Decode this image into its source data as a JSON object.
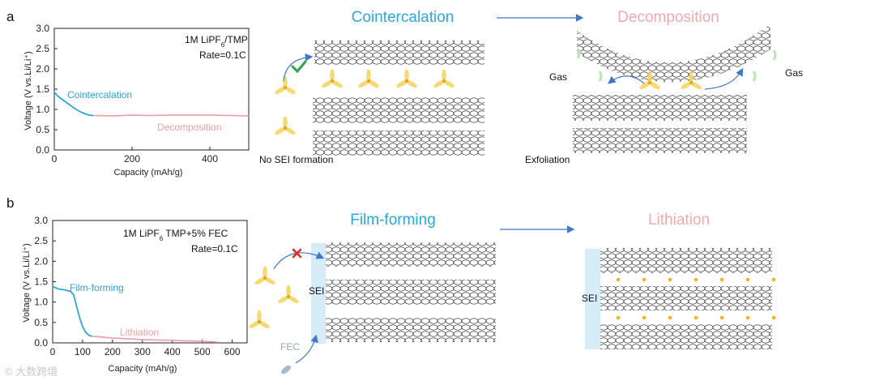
{
  "panels": {
    "a": {
      "label": "a",
      "inset_line1_main": "1M LiPF",
      "inset_line1_sub": "6",
      "inset_line1_tail": "/TMP",
      "inset_line2": "Rate=0.1C",
      "ylabel": "Voltage (V vs.Li/Li⁺)",
      "xlabel": "Capacity (mAh/g)",
      "curve_label_1": "Cointercalation",
      "curve_label_2": "Decomposition",
      "heading_left": "Cointercalation",
      "heading_right": "Decomposition",
      "note_left": "No SEI formation",
      "note_right": "Exfoliation",
      "gas": "Gas"
    },
    "b": {
      "label": "b",
      "inset_line1_main": "1M LiPF",
      "inset_line1_sub": "6",
      "inset_line1_tail": " TMP+5% FEC",
      "inset_line2": "Rate=0.1C",
      "ylabel": "Voltage (V vs.Li/Li⁺)",
      "xlabel": "Capacity (mAh/g)",
      "curve_label_1": "Film-forming",
      "curve_label_2": "Lithiation",
      "heading_left": "Film-forming",
      "heading_right": "Lithiation",
      "sei": "SEI",
      "fec": "FEC"
    }
  },
  "chart_data": [
    {
      "type": "line",
      "x_ticks": [
        0,
        200,
        400
      ],
      "y_ticks": [
        "0.0",
        "0.5",
        "1.0",
        "1.5",
        "2.0",
        "2.5",
        "3.0"
      ],
      "xlim": [
        0,
        500
      ],
      "ylim": [
        0,
        3.0
      ],
      "series": [
        {
          "x": [
            0,
            10,
            20,
            30,
            40,
            50,
            60,
            70,
            80,
            90,
            100
          ],
          "y": [
            1.42,
            1.32,
            1.25,
            1.18,
            1.11,
            1.04,
            0.98,
            0.93,
            0.89,
            0.86,
            0.85
          ]
        },
        {
          "x": [
            100,
            150,
            200,
            250,
            300,
            350,
            400,
            450,
            500
          ],
          "y": [
            0.85,
            0.84,
            0.86,
            0.85,
            0.86,
            0.86,
            0.86,
            0.85,
            0.84
          ]
        }
      ]
    },
    {
      "type": "line",
      "x_ticks": [
        0,
        100,
        200,
        300,
        400,
        500,
        600
      ],
      "y_ticks": [
        "0.0",
        "0.5",
        "1.0",
        "1.5",
        "2.0",
        "2.5",
        "3.0"
      ],
      "xlim": [
        0,
        650
      ],
      "ylim": [
        0,
        3.0
      ],
      "series": [
        {
          "x": [
            0,
            10,
            20,
            40,
            60,
            70,
            80,
            90,
            100,
            110,
            120,
            130
          ],
          "y": [
            1.38,
            1.35,
            1.32,
            1.3,
            1.26,
            1.18,
            0.9,
            0.62,
            0.4,
            0.26,
            0.19,
            0.16
          ]
        },
        {
          "x": [
            130,
            150,
            200,
            250,
            300,
            350,
            400,
            450,
            500,
            550
          ],
          "y": [
            0.16,
            0.15,
            0.12,
            0.1,
            0.08,
            0.07,
            0.06,
            0.05,
            0.04,
            0.02
          ]
        }
      ]
    }
  ],
  "watermark": "© 大数跨境"
}
